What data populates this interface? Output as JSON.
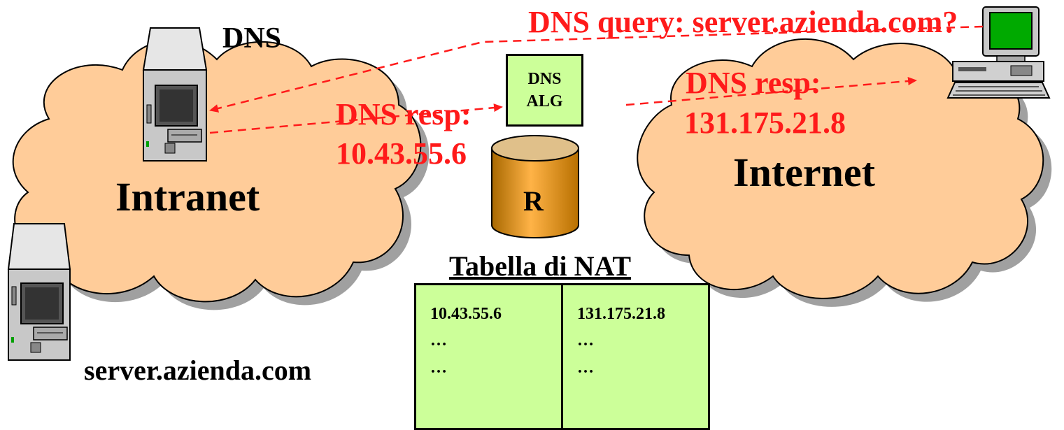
{
  "labels": {
    "dns_server": "DNS",
    "intranet": "Intranet",
    "internet": "Internet",
    "web_server": "server.azienda.com",
    "router": "R",
    "alg_line1": "DNS",
    "alg_line2": "ALG",
    "nat_title": "Tabella di NAT"
  },
  "messages": {
    "query": "DNS query: server.azienda.com?",
    "resp_internal_line1": "DNS resp:",
    "resp_internal_line2": "10.43.55.6",
    "resp_external_line1": "DNS resp:",
    "resp_external_line2": "131.175.21.8"
  },
  "nat_table": {
    "rows": [
      {
        "internal": "10.43.55.6",
        "external": "131.175.21.8"
      },
      {
        "internal": "…",
        "external": "…"
      },
      {
        "internal": "…",
        "external": "…"
      }
    ]
  },
  "colors": {
    "cloud_fill": "#ffcc99",
    "cloud_shadow": "#a0a0a0",
    "message_red": "#ff1a1a",
    "box_fill": "#ccff99",
    "cylinder_orange": "#cc8400"
  },
  "icons": [
    "server-tower-icon",
    "desktop-computer-icon",
    "database-cylinder-icon"
  ]
}
